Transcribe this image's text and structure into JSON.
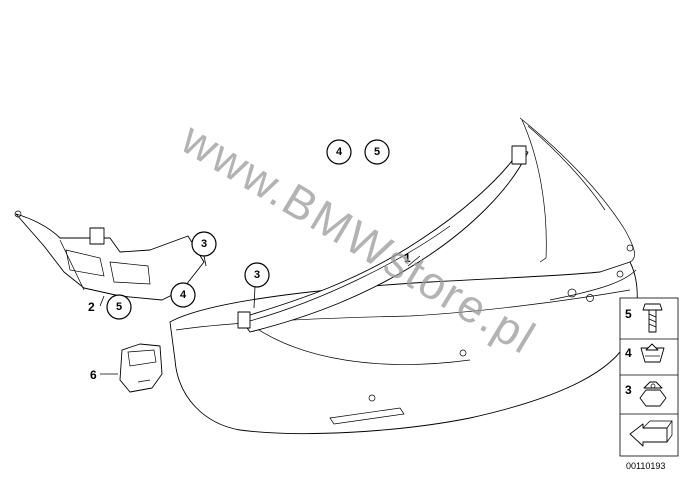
{
  "watermark": "www.BMWstore.pl",
  "diagram_number": "00110193",
  "part_labels": [
    {
      "id": "label-1",
      "text": "1"
    },
    {
      "id": "label-2",
      "text": "2"
    },
    {
      "id": "label-6",
      "text": "6"
    }
  ],
  "callouts": {
    "top_4": "4",
    "top_5": "5",
    "bracket_3": "3",
    "bracket_4": "4",
    "bracket_5": "5",
    "strip_3": "3"
  },
  "legend": [
    {
      "number": "5",
      "icon": "screw-icon"
    },
    {
      "number": "4",
      "icon": "clip-nut-icon"
    },
    {
      "number": "3",
      "icon": "hex-nut-icon"
    },
    {
      "number": "",
      "icon": "direction-arrow-icon"
    }
  ]
}
